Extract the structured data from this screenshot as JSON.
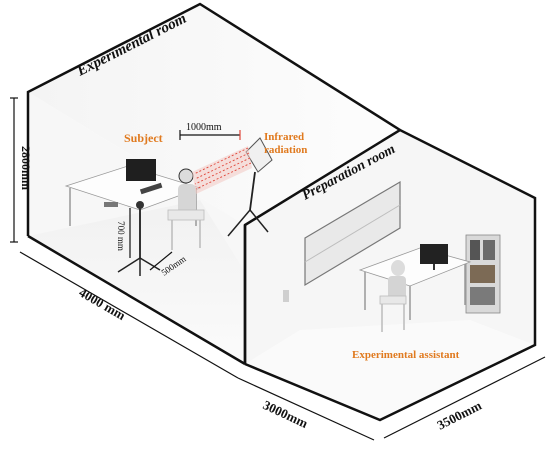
{
  "rooms": {
    "experimental": "Experimental room",
    "preparation": "Preparation room"
  },
  "labels": {
    "subject": "Subject",
    "infrared_line1": "Infrared",
    "infrared_line2": "radiation",
    "assistant": "Experimental assistant"
  },
  "dimensions": {
    "height": "2800mm",
    "length": "4000 mm",
    "prep_length": "3000mm",
    "depth": "3500mm",
    "lamp_distance": "1000mm",
    "tripod_height": "700 mm",
    "chair_distance": "500mm"
  },
  "colors": {
    "accent_orange": "#e07a1f",
    "radiation_red": "#e0463a",
    "outline": "#111111"
  }
}
